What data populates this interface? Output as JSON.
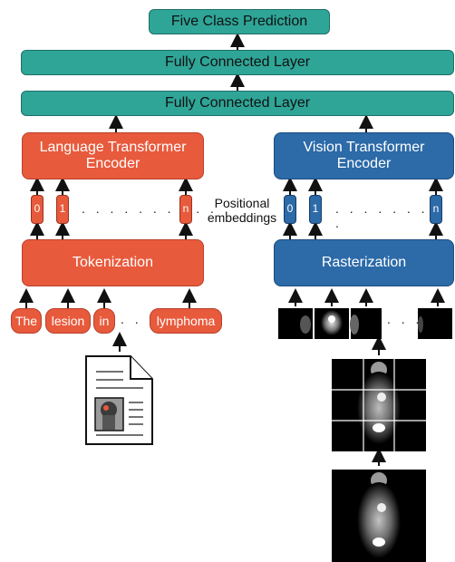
{
  "top": {
    "prediction": "Five Class Prediction",
    "fc_upper": "Fully Connected Layer",
    "fc_lower": "Fully Connected Layer"
  },
  "language": {
    "encoder_line1": "Language Transformer",
    "encoder_line2": "Encoder",
    "tokenization": "Tokenization",
    "embeddings": [
      "0",
      "1",
      "n"
    ],
    "dots": ". . . . . . . . . . .",
    "tokens": [
      "The",
      "lesion",
      "in",
      "lymphoma"
    ],
    "token_dots": ". . ."
  },
  "positional": {
    "line1": "Positional",
    "line2": "embeddings"
  },
  "vision": {
    "encoder_line1": "Vision Transformer",
    "encoder_line2": "Encoder",
    "rasterization": "Rasterization",
    "embeddings": [
      "0",
      "1",
      "n"
    ],
    "dots": ". . . . . . . . .",
    "patch_dots": ". . ."
  },
  "colors": {
    "teal": "#2ea597",
    "red": "#e85a3c",
    "blue": "#2c6aa8"
  }
}
